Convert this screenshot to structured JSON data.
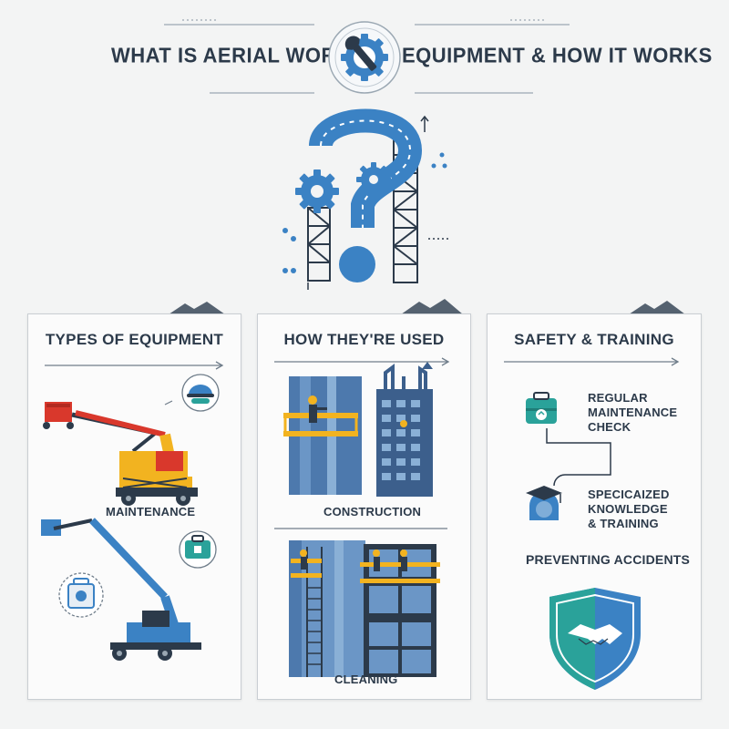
{
  "header": {
    "title_left": "WHAT IS AERIAL WORK",
    "title_right": "EQUIPMENT & HOW IT WORKS"
  },
  "cards": [
    {
      "title": "TYPES OF EQUIPMENT",
      "labels": [
        "MAINTENANCE"
      ]
    },
    {
      "title": "HOW THEY'RE USED",
      "labels": [
        "CONSTRUCTION",
        "CLEANING"
      ]
    },
    {
      "title": "SAFETY & TRAINING",
      "steps": [
        "REGULAR\nMAINTENANCE\nCHECK",
        "SPECICAIZED\nKNOWLEDGE\n& TRAINING"
      ],
      "section": "PREVENTING ACCIDENTS"
    }
  ],
  "icons": [
    "gear-wrench-icon",
    "question-gear-icon",
    "safety-helmet-icon",
    "toolbox-icon",
    "maintenance-case-icon",
    "graduation-brain-icon",
    "handshake-shield-icon"
  ],
  "colors": {
    "blue": "#3b82c4",
    "navy": "#2c3a4a",
    "yellow": "#f2b320",
    "red": "#d9382c",
    "teal": "#2aa29a"
  }
}
